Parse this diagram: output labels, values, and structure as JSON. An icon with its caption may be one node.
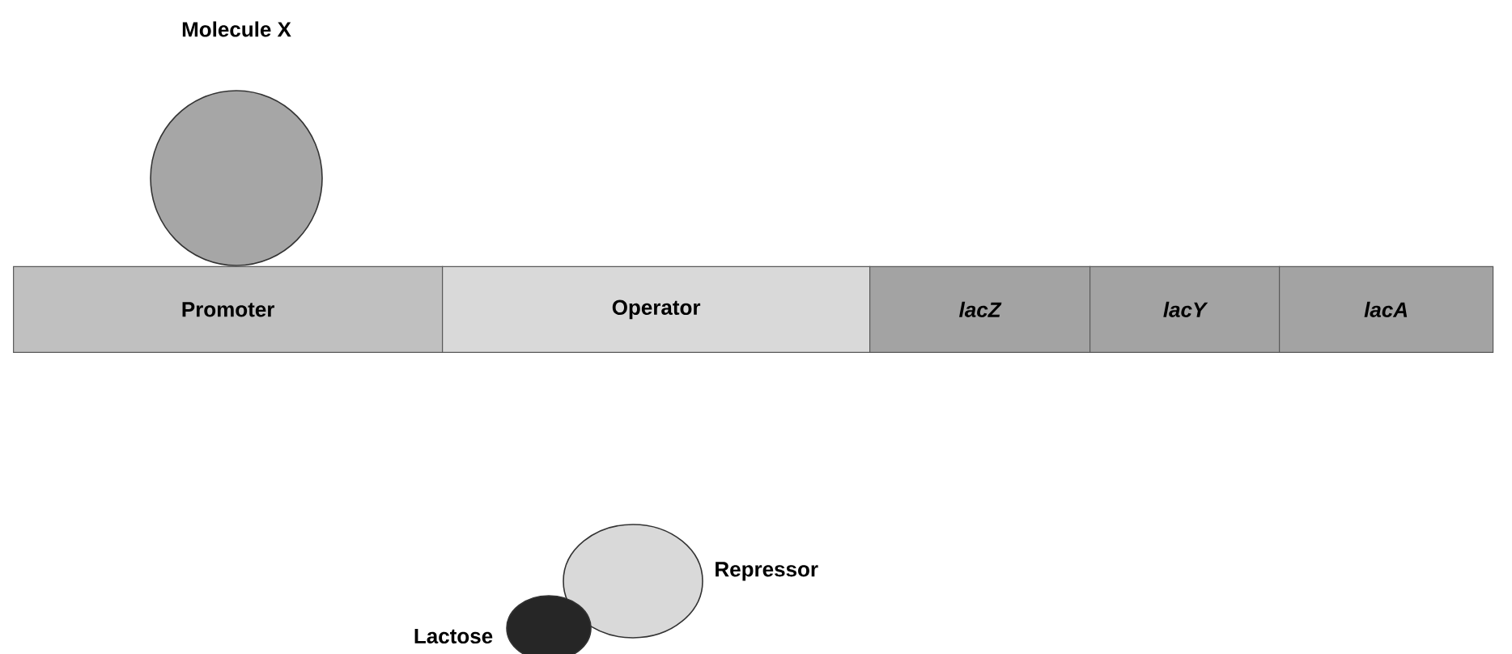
{
  "diagram": {
    "nodes": [
      {
        "text": [
          "Molecule X"
        ]
      },
      {
        "text": [
          "Promoter"
        ]
      },
      {
        "text": [
          "Operator"
        ]
      },
      {
        "text": [
          "lacZ"
        ]
      },
      {
        "text": [
          "lacY"
        ]
      },
      {
        "text": [
          "lacA"
        ]
      },
      {
        "text": [
          "Repressor"
        ]
      },
      {
        "text": [
          "Lactose"
        ]
      }
    ]
  }
}
